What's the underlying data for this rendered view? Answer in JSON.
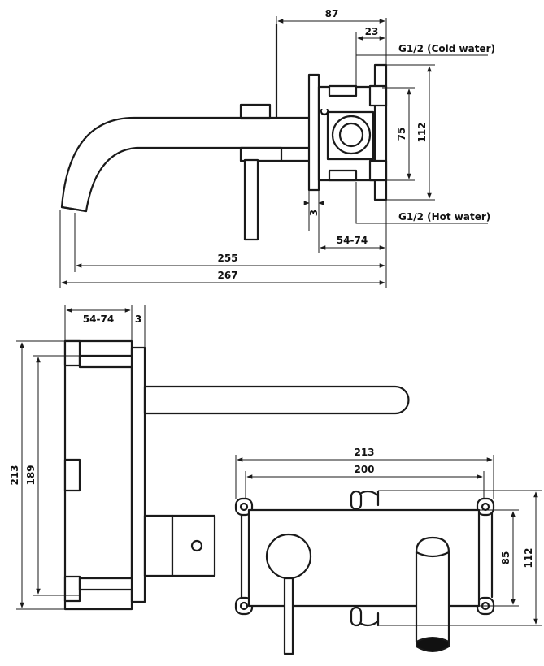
{
  "colors": {
    "line": "#1a1a1a",
    "background": "#ffffff"
  },
  "side_view": {
    "dim_87": "87",
    "dim_23": "23",
    "cold_label": "G1/2 (Cold water)",
    "hot_label": "G1/2 (Hot water)",
    "dim_75": "75",
    "dim_112": "112",
    "dim_3": "3",
    "dim_54_74": "54-74",
    "dim_255": "255",
    "dim_267": "267",
    "letter_c": "C"
  },
  "top_view": {
    "dim_54_74": "54-74",
    "dim_3": "3",
    "dim_213": "213",
    "dim_189": "189"
  },
  "front_view": {
    "dim_213": "213",
    "dim_200": "200",
    "dim_85": "85",
    "dim_112": "112"
  }
}
